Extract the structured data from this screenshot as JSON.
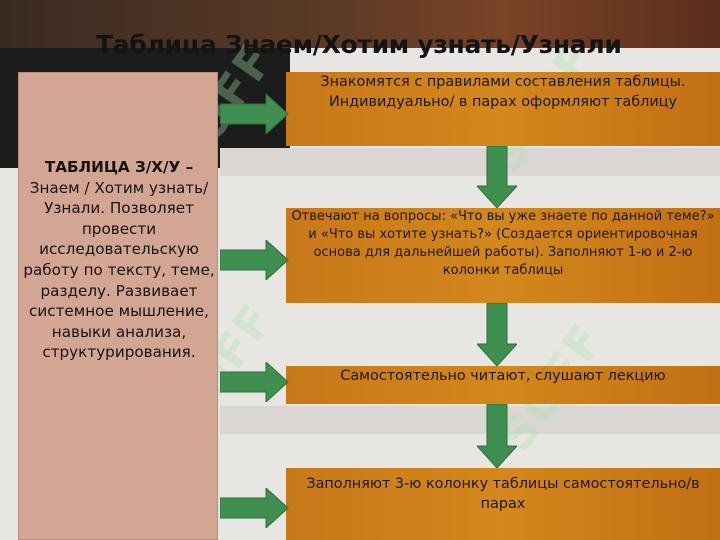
{
  "title": "Таблица Знаем/Хотим узнать/Узнали",
  "left_panel": {
    "heading": "ТАБЛИЦА З/Х/У –",
    "text": "Знаем / Хотим узнать/Узнали. Позволяет провести исследовательскую работу по тексту, теме, разделу. Развивает системное мышление, навыки анализа, структурирования."
  },
  "steps": [
    "Знакомятся с правилами составления таблицы. Индивидуально/ в парах оформляют таблицу",
    "Отвечают на вопросы:  «Что вы уже знаете по данной теме?» и «Что вы хотите  узнать?» (Создается ориентировочная основа для дальнейшей работы). Заполняют 1-ю и 2-ю колонки таблицы",
    "Самостоятельно читают, слушают лекцию",
    "Заполняют 3-ю колонку таблицы самостоятельно/в парах"
  ],
  "colors": {
    "step_fill": "#d3871c",
    "arrow_fill": "#3f8f50",
    "left_fill": "#d3a593"
  }
}
